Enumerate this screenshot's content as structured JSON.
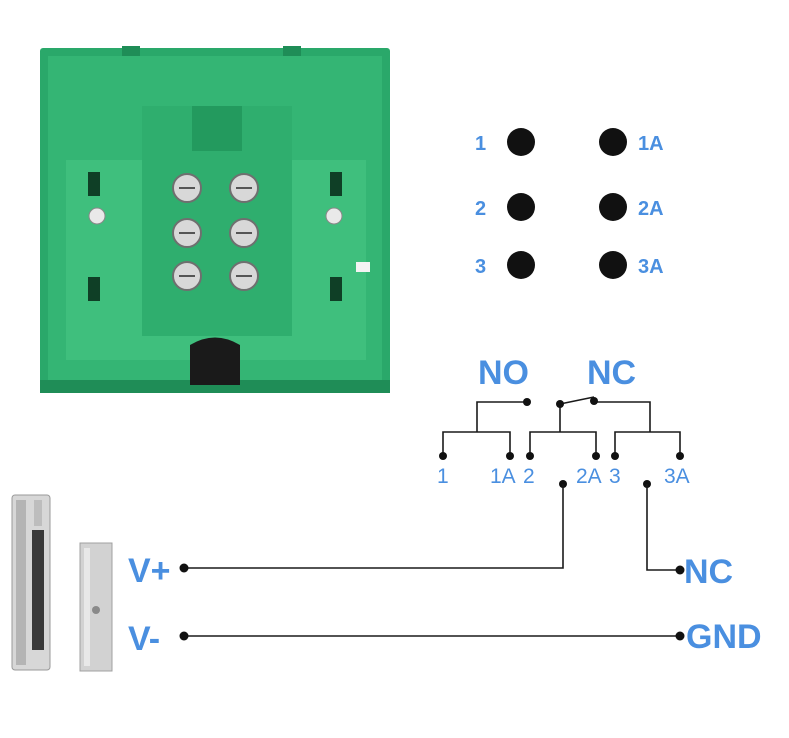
{
  "colors": {
    "label_blue": "#4a8fe0",
    "wire": "#1a1a1a",
    "panel_green": "#2aa86a",
    "panel_green_light": "#3fbf7d",
    "panel_green_dark": "#1f8d57",
    "metal": "#c9c9c9"
  },
  "terminal_map": {
    "left_labels": [
      "1",
      "2",
      "3"
    ],
    "right_labels": [
      "1A",
      "2A",
      "3A"
    ]
  },
  "contact_labels": {
    "no": "NO",
    "nc": "NC"
  },
  "terminal_row": [
    "1",
    "1A",
    "2",
    "2A",
    "3",
    "3A"
  ],
  "wiring": {
    "v_plus": "V+",
    "v_minus": "V-",
    "nc_out": "NC",
    "gnd": "GND"
  },
  "icons": [
    "terminal-block-photo",
    "magnetic-lock-photo",
    "armature-plate-photo"
  ]
}
